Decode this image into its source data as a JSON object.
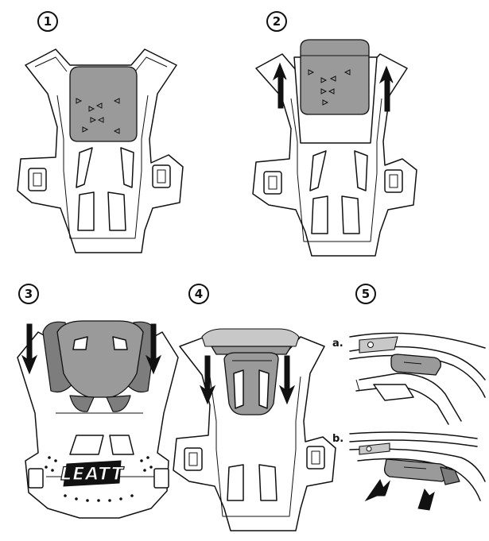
{
  "steps": [
    {
      "number": "1"
    },
    {
      "number": "2"
    },
    {
      "number": "3"
    },
    {
      "number": "4"
    },
    {
      "number": "5",
      "sub_steps": [
        {
          "label": "a."
        },
        {
          "label": "b."
        }
      ]
    }
  ],
  "brand_logo_text": "LEATT"
}
